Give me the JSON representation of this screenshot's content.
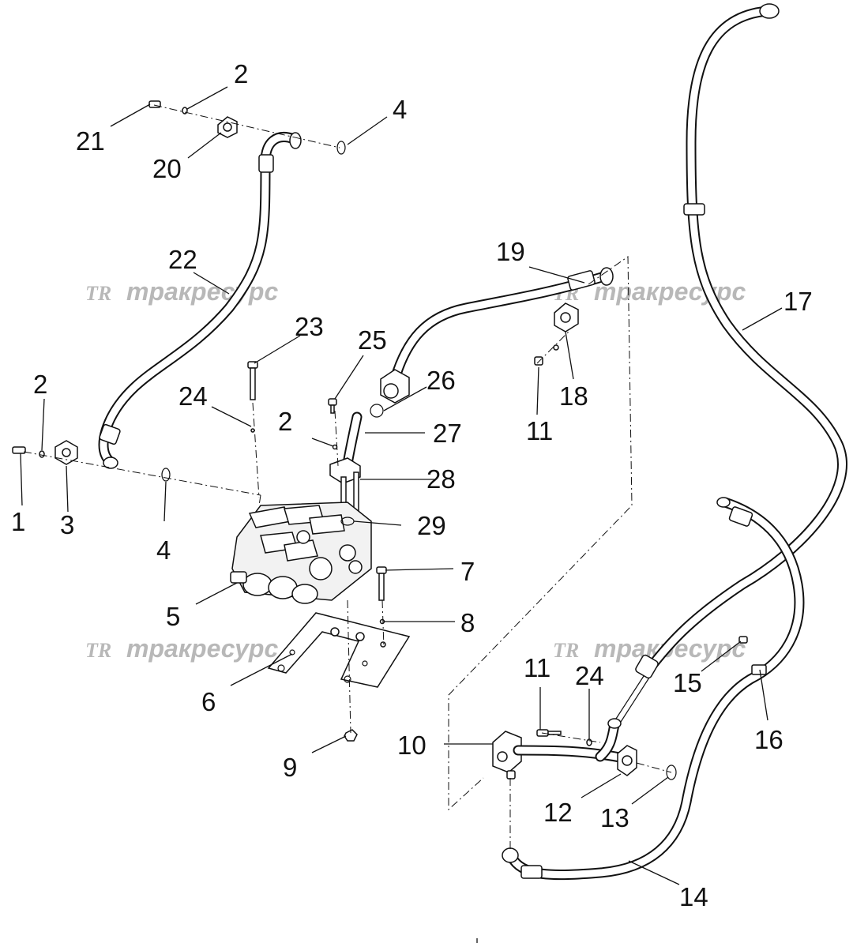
{
  "watermark": {
    "logo": "TR",
    "text": "тракресурс"
  },
  "callouts": {
    "c1": "1",
    "c2a": "2",
    "c2b": "2",
    "c2c": "2",
    "c3": "3",
    "c4a": "4",
    "c4b": "4",
    "c5": "5",
    "c6": "6",
    "c7": "7",
    "c8": "8",
    "c9": "9",
    "c10": "10",
    "c11a": "11",
    "c11b": "11",
    "c12": "12",
    "c13": "13",
    "c14": "14",
    "c15": "15",
    "c16": "16",
    "c17": "17",
    "c18": "18",
    "c19": "19",
    "c20": "20",
    "c21": "21",
    "c22": "22",
    "c23": "23",
    "c24a": "24",
    "c24b": "24",
    "c25": "25",
    "c26": "26",
    "c27": "27",
    "c28": "28",
    "c29": "29"
  },
  "colors": {
    "line": "#111111",
    "watermark": "#b8b8b8",
    "background": "#ffffff"
  }
}
